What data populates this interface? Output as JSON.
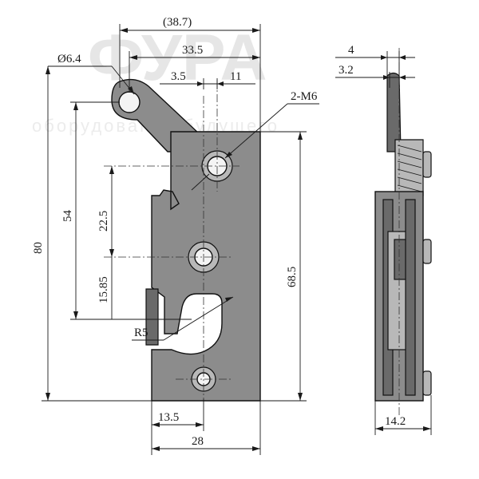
{
  "watermark": {
    "brand": "ФУРА",
    "tagline": "оборудование будущего"
  },
  "dimensions": {
    "d38_7": "(38.7)",
    "d33_5": "33.5",
    "d6_4": "Ø6.4",
    "d3_5": "3.5",
    "d11": "11",
    "thread": "2-M6",
    "d4": "4",
    "d3_2": "3.2",
    "d80": "80",
    "d54": "54",
    "d22_5": "22.5",
    "d15_85": "15.85",
    "r5": "R5",
    "d68_5": "68.5",
    "d13_5": "13.5",
    "d28": "28",
    "d14_2": "14.2"
  },
  "colors": {
    "part_fill": "#8c8c8c",
    "outline": "#111111"
  }
}
